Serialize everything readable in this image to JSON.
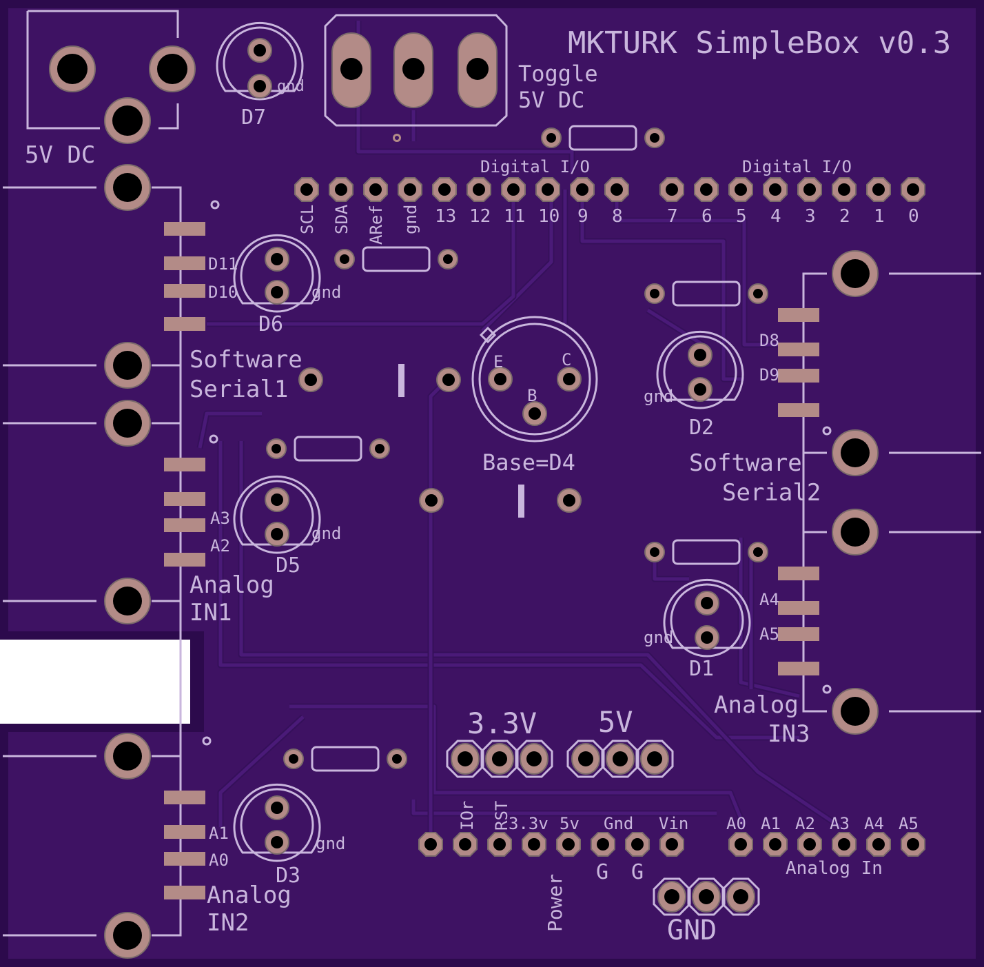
{
  "title": "MKTURK SimpleBox v0.3",
  "colors": {
    "board": "#3e1263",
    "edge": "#2c0a4c",
    "pad": "#b38b87",
    "silk": "#c9b6dd"
  },
  "labels": {
    "power_jack": "5V DC",
    "toggle_1": "Toggle",
    "toggle_2": "5V DC",
    "digital_io_1": "Digital I/O",
    "digital_io_2": "Digital I/O",
    "d7": "D7",
    "d6": "D6",
    "d5": "D5",
    "d3": "D3",
    "d2": "D2",
    "d1": "D1",
    "gnd": "gnd",
    "d11": "D11",
    "d10": "D10",
    "d8": "D8",
    "d9": "D9",
    "a3": "A3",
    "a2": "A2",
    "a1": "A1",
    "a0": "A0",
    "a4": "A4",
    "a5": "A5",
    "serial1_1": "Software",
    "serial1_2": "Serial1",
    "serial2_1": "Software",
    "serial2_2": "Serial2",
    "analog1_1": "Analog",
    "analog1_2": "IN1",
    "analog2_1": "Analog",
    "analog2_2": "IN2",
    "analog3_1": "Analog",
    "analog3_2": "IN3",
    "base": "Base=D4",
    "e": "E",
    "b": "B",
    "c": "C",
    "v33": "3.3V",
    "v5": "5V",
    "gnd_header": "GND",
    "power": "Power",
    "analog_in": "Analog In",
    "g1": "G",
    "g2": "G"
  },
  "digital_pins": [
    "SCL",
    "SDA",
    "ARef",
    "gnd",
    "13",
    "12",
    "11",
    "10",
    "9",
    "8",
    "7",
    "6",
    "5",
    "4",
    "3",
    "2",
    "1",
    "0"
  ],
  "power_pins": [
    "IOr",
    "RST",
    "3.3v",
    "5v",
    "Gnd",
    "Vin"
  ],
  "analog_pins": [
    "A0",
    "A1",
    "A2",
    "A3",
    "A4",
    "A5"
  ]
}
